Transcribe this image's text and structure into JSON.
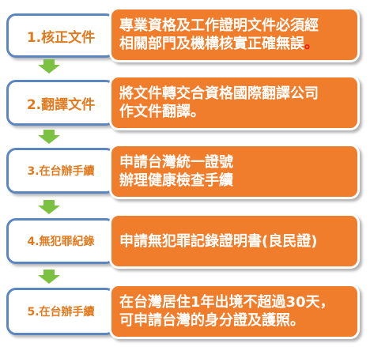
{
  "steps": [
    {
      "label": "1.核正文件",
      "description": [
        "專業資格及工作證明文件必須經",
        "相關部門及機構核實正確無誤"
      ],
      "accent_mark": "。"
    },
    {
      "label": "2.翻譯文件",
      "description": [
        "將文件轉交合資格國際翻譯公司",
        "作文件翻譯。"
      ]
    },
    {
      "label": "3.在台辦手續",
      "description": [
        "申請台灣統一證號",
        "辦理健康檢查手續"
      ]
    },
    {
      "label": "4.無犯罪紀錄",
      "description": [
        "申請無犯罪記錄證明書(良民證)"
      ]
    },
    {
      "label": "5.在台辦手續",
      "description": [
        "在台灣居住1年出境不超過30天，",
        "可申請台灣的身分證及護照。"
      ]
    }
  ],
  "colors": {
    "label_box_border": "#5b86c0",
    "label_text": "#e07a1f",
    "description_box_fill": "#ef7d2b",
    "description_text": "#ffffff",
    "arrow_fill": "#7cc242",
    "accent_mark": "#e8231c"
  }
}
